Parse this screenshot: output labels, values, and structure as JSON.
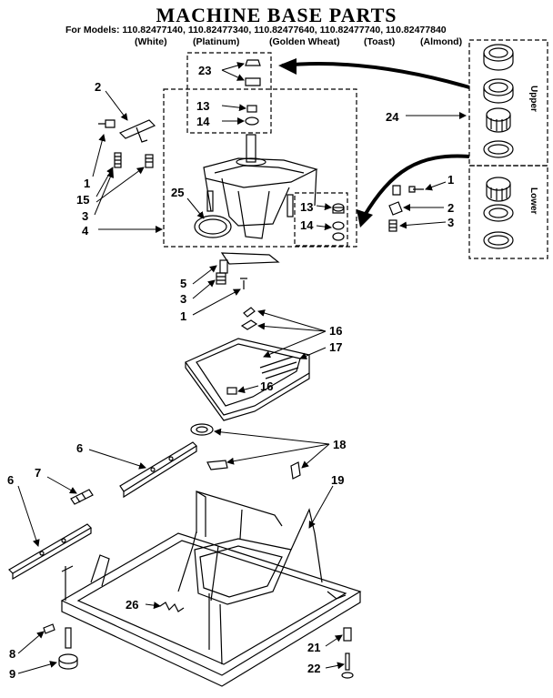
{
  "header": {
    "title": "MACHINE BASE PARTS",
    "models_line": "For Models: 110.82477140, 110.82477340, 110.82477640, 110.82477740, 110.82477840",
    "colors": [
      "(White)",
      "(Platinum)",
      "(Golden Wheat)",
      "(Toast)",
      "(Almond)"
    ]
  },
  "callouts": {
    "c23": "23",
    "c13a": "13",
    "c14a": "14",
    "c2a": "2",
    "c24": "24",
    "c1a": "1",
    "c15": "15",
    "c3a": "3",
    "c25": "25",
    "c4": "4",
    "c13b": "13",
    "c14b": "14",
    "c1b": "1",
    "c2b": "2",
    "c3b": "3",
    "c5": "5",
    "c3c": "3",
    "c1c": "1",
    "c16a": "16",
    "c17": "17",
    "c16b": "16",
    "c6a": "6",
    "c18": "18",
    "c7": "7",
    "c6b": "6",
    "c19": "19",
    "c26": "26",
    "c8": "8",
    "c9": "9",
    "c21": "21",
    "c22": "22"
  },
  "side_labels": {
    "upper": "Upper",
    "lower": "Lower"
  }
}
